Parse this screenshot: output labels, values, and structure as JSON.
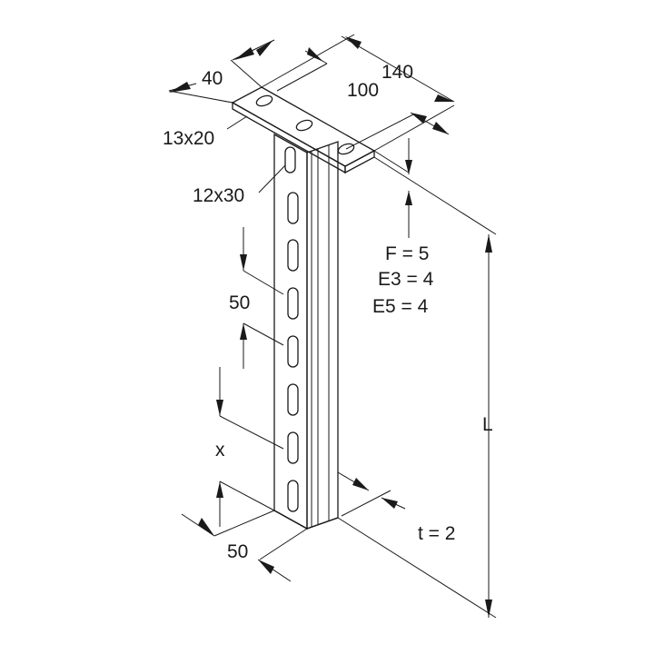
{
  "labels": {
    "plate_depth": "40",
    "plate_length": "140",
    "hole_spacing": "100",
    "plate_hole": "13x20",
    "profile_slot": "12x30",
    "f_value": "F = 5",
    "e3_value": "E3 = 4",
    "e5_value": "E5 = 4",
    "slot_pitch": "50",
    "offset_x": "x",
    "profile_width": "50",
    "thickness": "t = 2",
    "length": "L"
  }
}
